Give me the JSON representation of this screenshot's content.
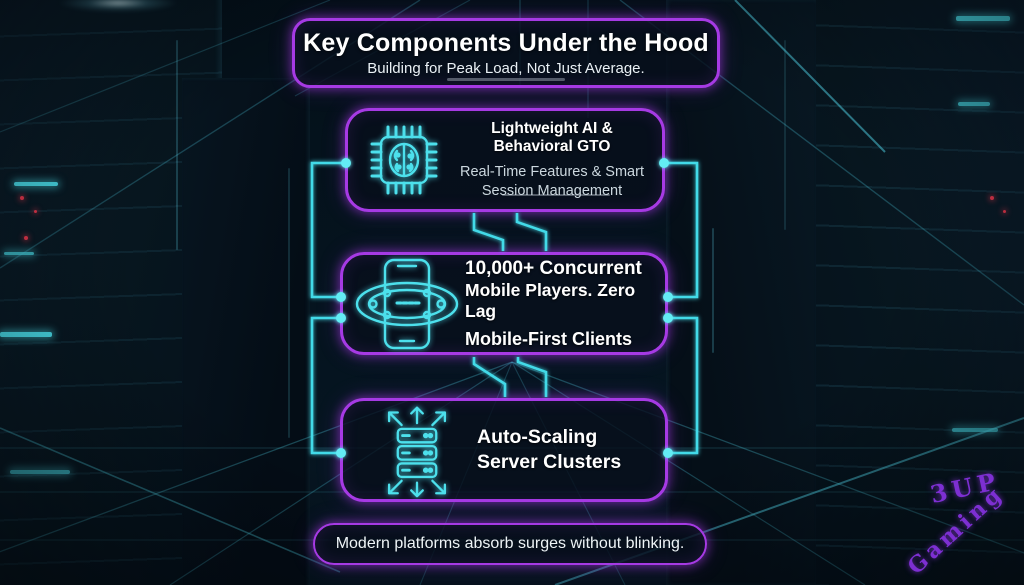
{
  "header": {
    "title": "Key Components Under the Hood",
    "subtitle": "Building for Peak Load, Not Just Average."
  },
  "cards": [
    {
      "icon": "ai-chip-brain-icon",
      "title": "Lightweight AI & Behavioral GTO",
      "line1": "Real-Time Features & Smart",
      "line2": "Session Management"
    },
    {
      "icon": "mobile-poker-table-icon",
      "line1": "10,000+ Concurrent",
      "line2": "Mobile Players. Zero Lag",
      "line3": "Mobile-First Clients"
    },
    {
      "icon": "auto-scaling-servers-icon",
      "line1": "Auto-Scaling",
      "line2": "Server Clusters"
    }
  ],
  "footer": {
    "text": "Modern platforms absorb surges without blinking."
  },
  "watermark": {
    "line1": "3UP",
    "line2": "Gaming"
  },
  "colors": {
    "accent_cyan": "#4ce0ec",
    "accent_purple": "#a63ae4",
    "watermark_purple": "#7d2fd2",
    "panel_background": "rgba(7,15,27,0.80)",
    "led_red": "#e8384d"
  }
}
